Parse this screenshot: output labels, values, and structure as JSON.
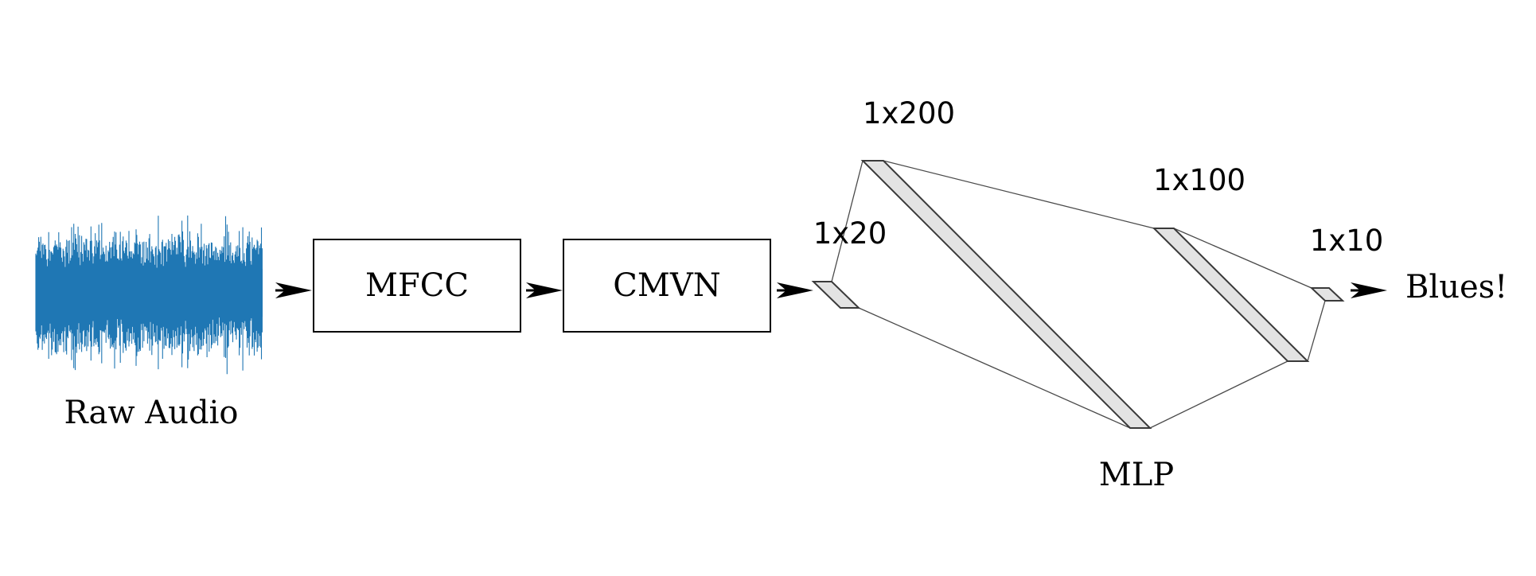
{
  "input": {
    "label": "Raw Audio",
    "waveform_color": "#1f77b4"
  },
  "pipeline": {
    "stages": [
      {
        "label": "MFCC"
      },
      {
        "label": "CMVN"
      }
    ]
  },
  "mlp": {
    "label": "MLP",
    "layers": [
      {
        "size_label": "1x20"
      },
      {
        "size_label": "1x200"
      },
      {
        "size_label": "1x100"
      },
      {
        "size_label": "1x10"
      }
    ]
  },
  "output": {
    "label": "Blues!"
  }
}
